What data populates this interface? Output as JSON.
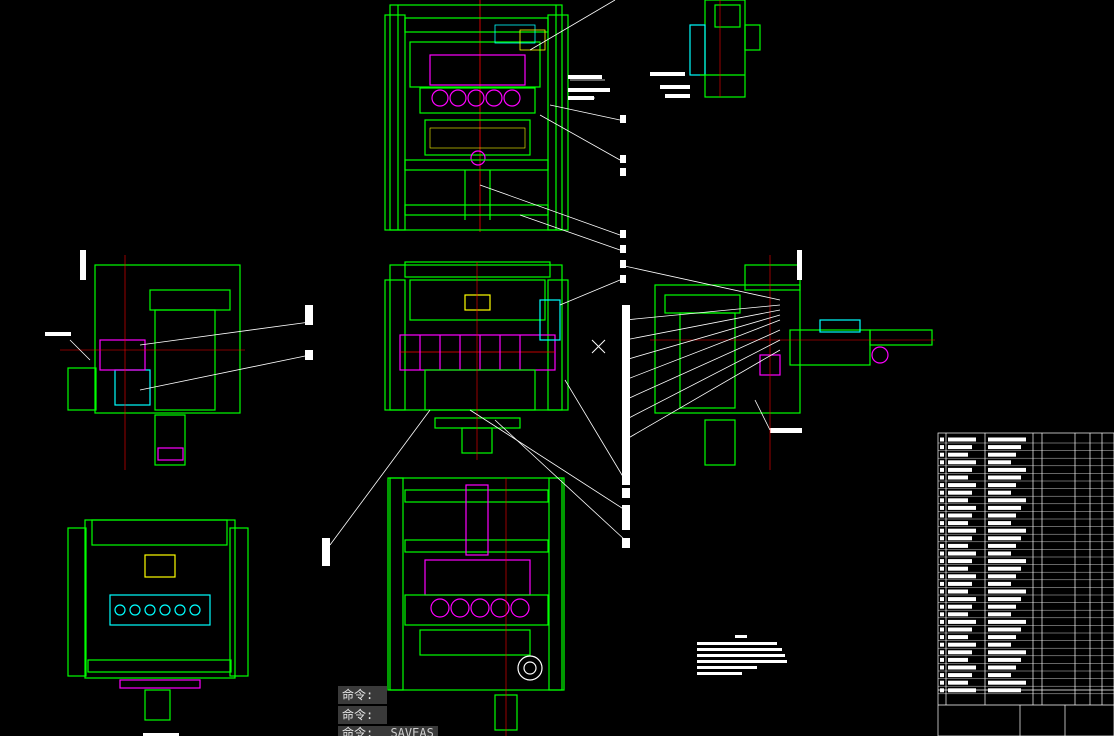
{
  "app": {
    "background": "#000000",
    "colors": {
      "frame": "#00ff00",
      "parts": "#ff00ff",
      "axis": "#ff0000",
      "leader": "#ffffff",
      "detail": "#00ffff",
      "accent": "#ffff00"
    }
  },
  "crosshair": {
    "icon": "cross-cursor-icon"
  },
  "command_line": [
    {
      "prompt": "命令:",
      "command": ""
    },
    {
      "prompt": "命令:",
      "command": ""
    },
    {
      "prompt": "命令:",
      "command": "_SAVEAS"
    }
  ]
}
